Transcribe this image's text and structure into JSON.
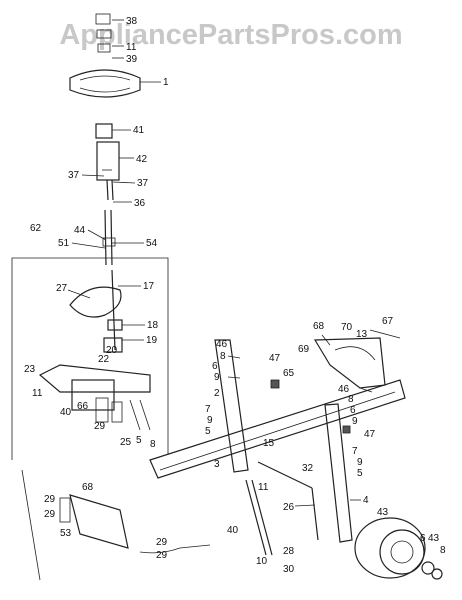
{
  "watermark": "AppliancePartsPros.com",
  "callouts": [
    {
      "id": "c38",
      "text": "38"
    },
    {
      "id": "c11a",
      "text": "11"
    },
    {
      "id": "c39",
      "text": "39"
    },
    {
      "id": "c1",
      "text": "1"
    },
    {
      "id": "c41",
      "text": "41"
    },
    {
      "id": "c42",
      "text": "42"
    },
    {
      "id": "c37a",
      "text": "37"
    },
    {
      "id": "c37b",
      "text": "37"
    },
    {
      "id": "c36",
      "text": "36"
    },
    {
      "id": "c62",
      "text": "62"
    },
    {
      "id": "c44",
      "text": "44"
    },
    {
      "id": "c51",
      "text": "51"
    },
    {
      "id": "c54",
      "text": "54"
    },
    {
      "id": "c27",
      "text": "27"
    },
    {
      "id": "c17",
      "text": "17"
    },
    {
      "id": "c18",
      "text": "18"
    },
    {
      "id": "c19",
      "text": "19"
    },
    {
      "id": "c20",
      "text": "20"
    },
    {
      "id": "c22",
      "text": "22"
    },
    {
      "id": "c23",
      "text": "23"
    },
    {
      "id": "c11b",
      "text": "11"
    },
    {
      "id": "c40a",
      "text": "40"
    },
    {
      "id": "c66",
      "text": "66"
    },
    {
      "id": "c29a",
      "text": "29"
    },
    {
      "id": "c25",
      "text": "25"
    },
    {
      "id": "c5a",
      "text": "5"
    },
    {
      "id": "c8a",
      "text": "8"
    },
    {
      "id": "c46a",
      "text": "46"
    },
    {
      "id": "c8b",
      "text": "8"
    },
    {
      "id": "c6a",
      "text": "6"
    },
    {
      "id": "c9a",
      "text": "9"
    },
    {
      "id": "c2",
      "text": "2"
    },
    {
      "id": "c7a",
      "text": "7"
    },
    {
      "id": "c9b",
      "text": "9"
    },
    {
      "id": "c5b",
      "text": "5"
    },
    {
      "id": "c47a",
      "text": "47"
    },
    {
      "id": "c65",
      "text": "65"
    },
    {
      "id": "c68a",
      "text": "68"
    },
    {
      "id": "c70",
      "text": "70"
    },
    {
      "id": "c13",
      "text": "13"
    },
    {
      "id": "c67",
      "text": "67"
    },
    {
      "id": "c69",
      "text": "69"
    },
    {
      "id": "c46b",
      "text": "46"
    },
    {
      "id": "c8c",
      "text": "8"
    },
    {
      "id": "c6b",
      "text": "6"
    },
    {
      "id": "c9c",
      "text": "9"
    },
    {
      "id": "c47b",
      "text": "47"
    },
    {
      "id": "c15",
      "text": "15"
    },
    {
      "id": "c3",
      "text": "3"
    },
    {
      "id": "c7b",
      "text": "7"
    },
    {
      "id": "c9d",
      "text": "9"
    },
    {
      "id": "c5c",
      "text": "5"
    },
    {
      "id": "c32",
      "text": "32"
    },
    {
      "id": "c11c",
      "text": "11"
    },
    {
      "id": "c4",
      "text": "4"
    },
    {
      "id": "c26",
      "text": "26"
    },
    {
      "id": "c43a",
      "text": "43"
    },
    {
      "id": "c40b",
      "text": "40"
    },
    {
      "id": "c10",
      "text": "10"
    },
    {
      "id": "c28",
      "text": "28"
    },
    {
      "id": "c30",
      "text": "30"
    },
    {
      "id": "c6c",
      "text": "6"
    },
    {
      "id": "c43b",
      "text": "43"
    },
    {
      "id": "c8d",
      "text": "8"
    },
    {
      "id": "c29b",
      "text": "29"
    },
    {
      "id": "c29c",
      "text": "29"
    },
    {
      "id": "c68b",
      "text": "68"
    },
    {
      "id": "c53",
      "text": "53"
    },
    {
      "id": "c29d",
      "text": "29"
    },
    {
      "id": "c29e",
      "text": "29"
    }
  ]
}
